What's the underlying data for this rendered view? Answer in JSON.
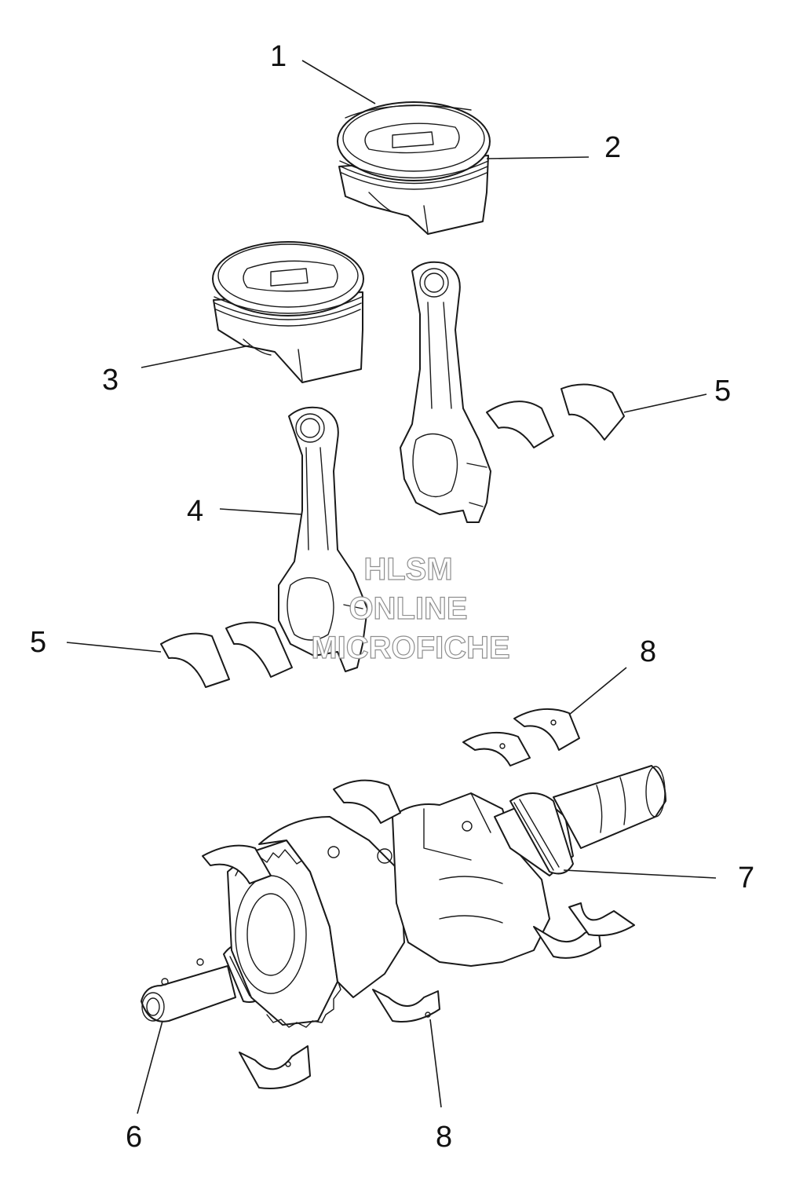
{
  "callouts": [
    {
      "id": "callout-1",
      "label": "1"
    },
    {
      "id": "callout-2",
      "label": "2"
    },
    {
      "id": "callout-3",
      "label": "3"
    },
    {
      "id": "callout-4",
      "label": "4"
    },
    {
      "id": "callout-5a",
      "label": "5"
    },
    {
      "id": "callout-5b",
      "label": "5"
    },
    {
      "id": "callout-6",
      "label": "6"
    },
    {
      "id": "callout-7",
      "label": "7"
    },
    {
      "id": "callout-8a",
      "label": "8"
    },
    {
      "id": "callout-8b",
      "label": "8"
    }
  ],
  "watermark": {
    "line1": "HLSM",
    "line2": "ONLINE",
    "line3": "MICROFICHE"
  },
  "colors": {
    "linework": "#1a1a1a",
    "background": "#ffffff",
    "watermark_outline": "#8f8f8f"
  }
}
